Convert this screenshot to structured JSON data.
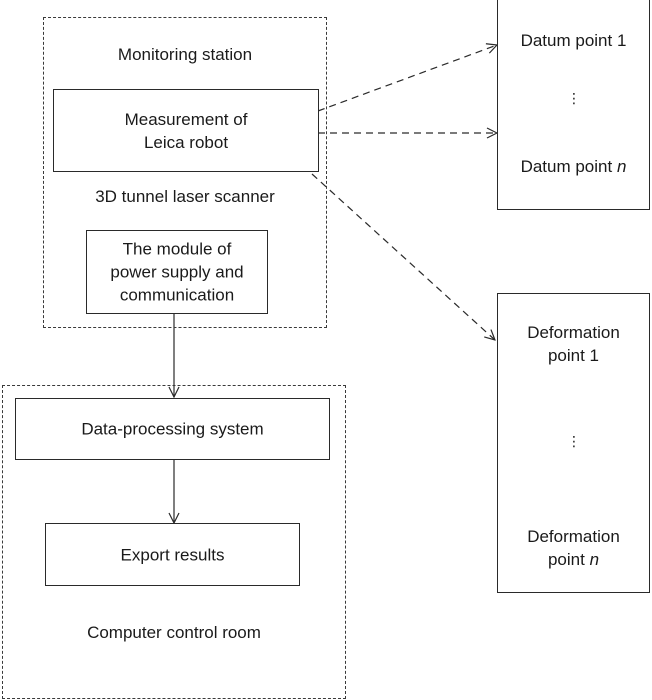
{
  "monitoring_station": {
    "title": "Monitoring station",
    "leica_box": {
      "line1": "Measurement of",
      "line2": "Leica robot"
    },
    "scanner_label": "3D tunnel laser scanner",
    "power_box": {
      "line1": "The module of",
      "line2": "power supply and",
      "line3": "communication"
    }
  },
  "control_room": {
    "title": "Computer control room",
    "data_box": "Data-processing system",
    "export_box": "Export results"
  },
  "datum_points": {
    "first": "Datum point 1",
    "ellipsis": "⋮",
    "last_prefix": "Datum point ",
    "last_var": "n"
  },
  "deformation_points": {
    "first_line1": "Deformation",
    "first_line2": "point 1",
    "ellipsis": "⋮",
    "last_line1": "Deformation",
    "last_line2_prefix": "point ",
    "last_var": "n"
  },
  "colors": {
    "line": "#2a2a2a",
    "text": "#1a1a1a"
  }
}
